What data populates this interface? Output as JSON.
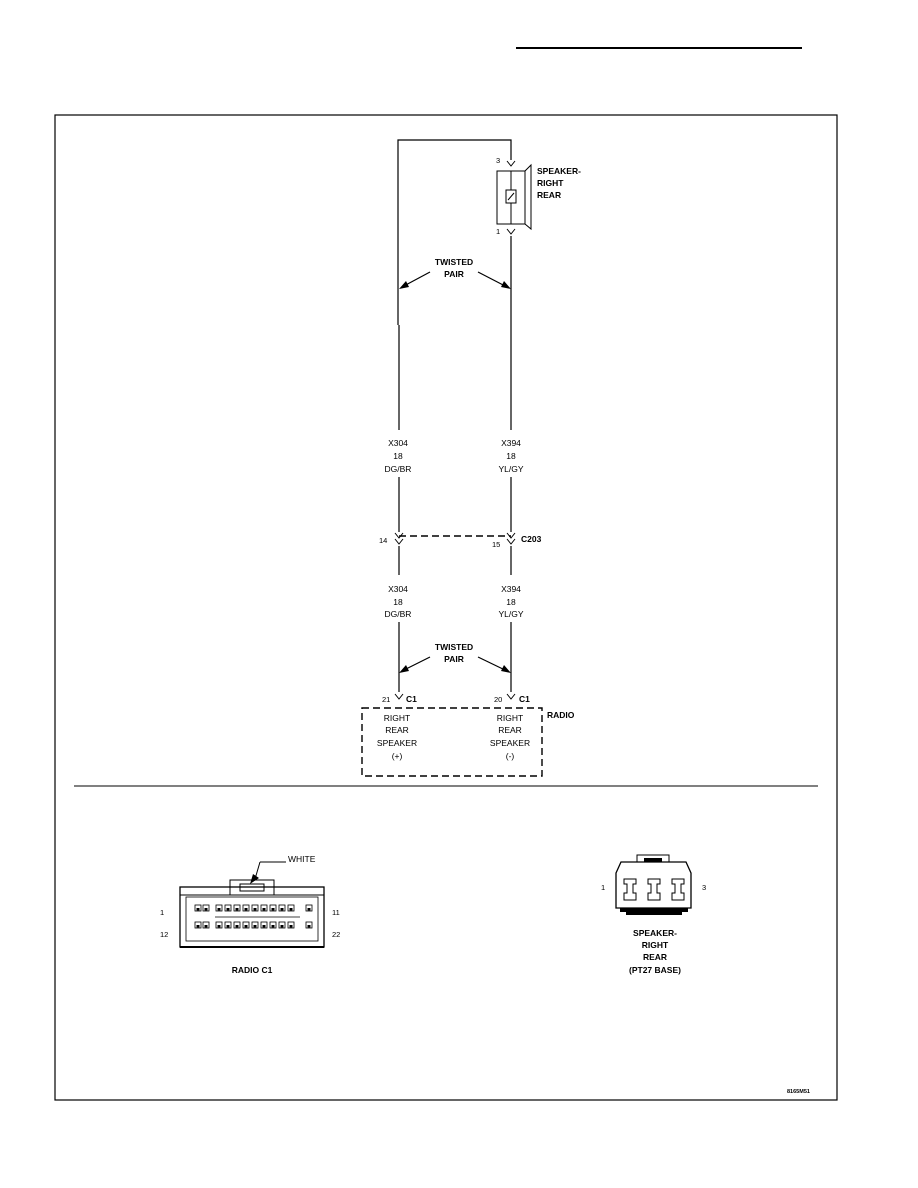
{
  "diagram": {
    "speaker": {
      "title_lines": [
        "SPEAKER-",
        "RIGHT",
        "REAR"
      ],
      "pin_top": "3",
      "pin_bottom": "1"
    },
    "twisted_pair_top": [
      "TWISTED",
      "PAIR"
    ],
    "twisted_pair_bottom": [
      "TWISTED",
      "PAIR"
    ],
    "wire_left_upper": [
      "X304",
      "18",
      "DG/BR"
    ],
    "wire_right_upper": [
      "X394",
      "18",
      "YL/GY"
    ],
    "wire_left_lower": [
      "X304",
      "18",
      "DG/BR"
    ],
    "wire_right_lower": [
      "X394",
      "18",
      "YL/GY"
    ],
    "c203": {
      "name": "C203",
      "pin_left": "14",
      "pin_right": "15"
    },
    "radio": {
      "title": "RADIO",
      "pin_left": "21",
      "pin_right": "20",
      "conn_left": "C1",
      "conn_right": "C1",
      "left_label": [
        "RIGHT",
        "REAR",
        "SPEAKER",
        "(+)"
      ],
      "right_label": [
        "RIGHT",
        "REAR",
        "SPEAKER",
        "(-)"
      ]
    }
  },
  "connectors": {
    "radio_c1": {
      "caption": "RADIO C1",
      "color_label": "WHITE",
      "pin_labels": {
        "top_left": "1",
        "top_right": "11",
        "bottom_left": "12",
        "bottom_right": "22"
      }
    },
    "speaker_conn": {
      "caption_lines": [
        "SPEAKER-",
        "RIGHT",
        "REAR",
        "(PT27 BASE)"
      ],
      "pin_left": "1",
      "pin_right": "3"
    }
  },
  "figure_id": "8165M51"
}
